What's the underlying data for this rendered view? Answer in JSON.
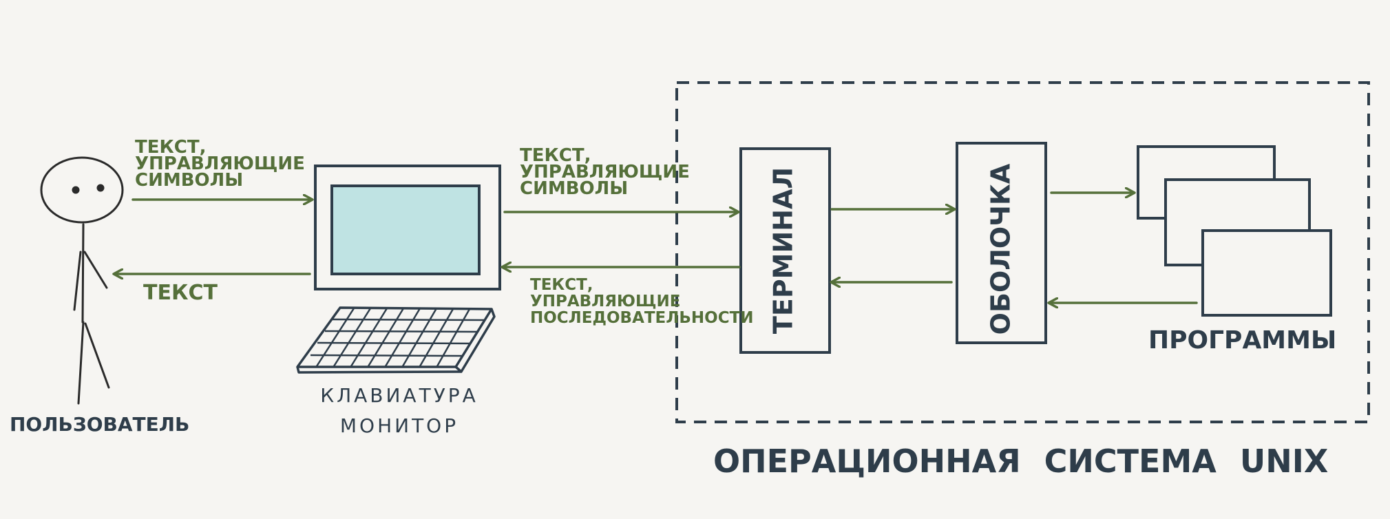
{
  "colors": {
    "ink": "#2e3d4a",
    "arrow": "#55703a",
    "screen": "#bfe3e3",
    "background": "#f6f5f2"
  },
  "labels": {
    "user": "ПОЛЬЗОВАТЕЛЬ",
    "keyboard_monitor_line1": "КЛАВИАТУРА",
    "keyboard_monitor_line2": "МОНИТОР",
    "terminal": "ТЕРМИНАЛ",
    "shell": "ОБОЛОЧКА",
    "programs": "ПРОГРАММЫ",
    "os": "ОПЕРАЦИОННАЯ СИСТЕМА UNIX"
  },
  "arrows": {
    "user_to_device": [
      "ТЕКСТ,",
      "УПРАВЛЯЮЩИЕ",
      "СИМВОЛЫ"
    ],
    "device_to_user": "ТЕКСТ",
    "device_to_terminal": [
      "ТЕКСТ,",
      "УПРАВЛЯЮЩИЕ",
      "СИМВОЛЫ"
    ],
    "terminal_to_device": [
      "ТЕКСТ,",
      "УПРАВЛЯЮЩИЕ",
      "ПОСЛЕДОВАТЕЛЬНОСТИ"
    ]
  },
  "icons": {
    "user": "stick-figure-icon",
    "monitor": "monitor-icon",
    "keyboard": "keyboard-icon"
  }
}
